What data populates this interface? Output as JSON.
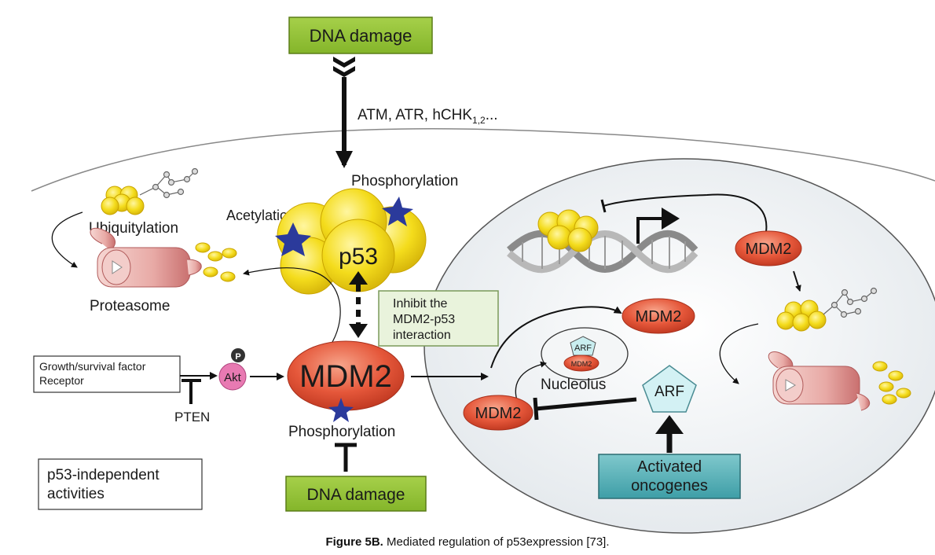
{
  "labels": {
    "dna_damage_top": "DNA damage",
    "kinases": "ATM, ATR, hCHK",
    "kinases_sub": "1,2",
    "kinases_tail": "...",
    "phosphorylation_top": "Phosphorylation",
    "acetylation": "Acetylation",
    "p53": "p53",
    "ubiquitylation": "Ubiquitylation",
    "proteasome": "Proteasome",
    "inhibit_line1": "Inhibit the",
    "inhibit_line2": "MDM2-p53",
    "inhibit_line3": "interaction",
    "growth_line1": "Growth/survival factor",
    "growth_line2": "Receptor",
    "p_badge": "P",
    "akt": "Akt",
    "pten": "PTEN",
    "mdm2_main": "MDM2",
    "phosphorylation_bottom": "Phosphorylation",
    "dna_damage_bottom": "DNA damage",
    "p53_indep_line1": "p53-independent",
    "p53_indep_line2": "activities",
    "mdm2_right": "MDM2",
    "mdm2_mid": "MDM2",
    "arf_small": "ARF",
    "mdm2_small": "MDM2",
    "nucleolus": "Nucleolus",
    "arf": "ARF",
    "mdm2_left_nucleus": "MDM2",
    "oncogenes_line1": "Activated",
    "oncogenes_line2": "oncogenes"
  },
  "caption": {
    "bold": "Figure 5B.",
    "text": "Mediated regulation of p53expression [73]."
  },
  "colors": {
    "green_box": "#8fbf2e",
    "teal_box": "#4fb1b8",
    "mdm2_red": "#e2553a",
    "p53_yellow": "#f2d81a",
    "star_blue": "#2b3a9b",
    "akt_pink": "#e87ab2",
    "nucleus_fill": "#eef1f3",
    "proteasome_pink": "#e6a9a6",
    "inhibit_box": "#e9f3dc"
  }
}
